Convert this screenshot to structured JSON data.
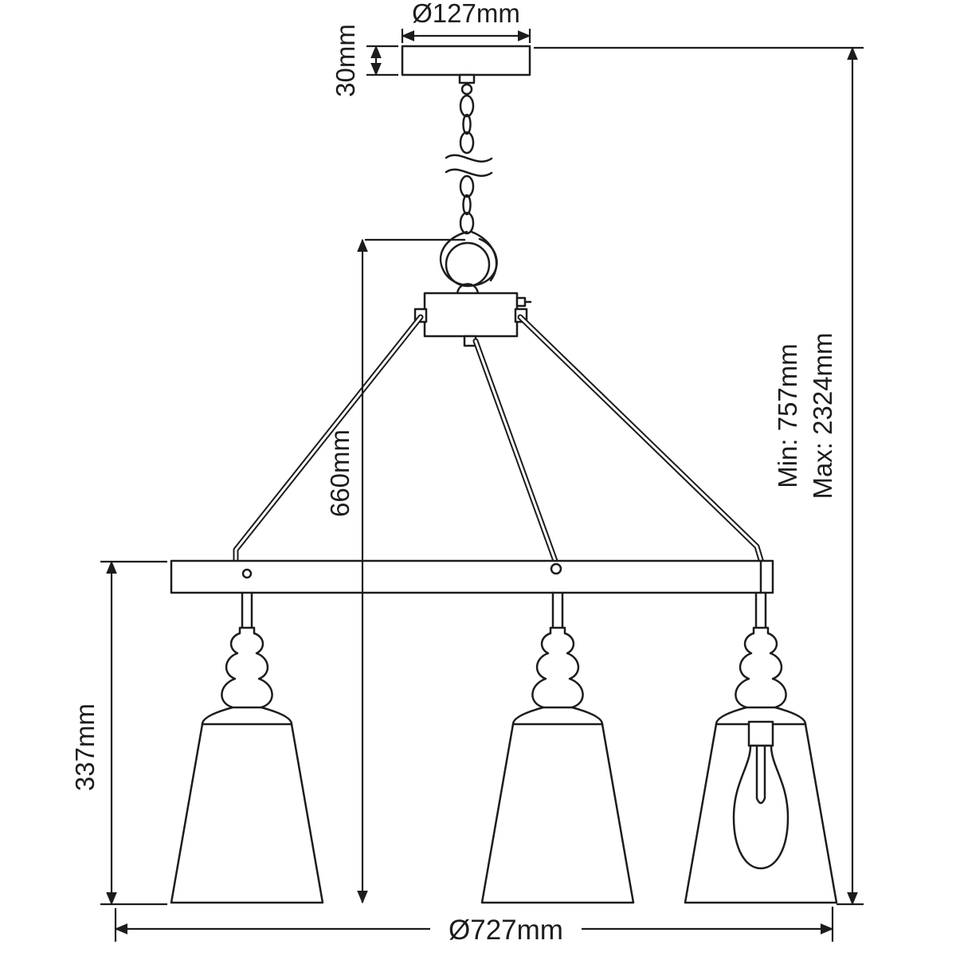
{
  "dimensions": {
    "canopy_diameter": "Ø127mm",
    "canopy_height": "30mm",
    "body_height": "660mm",
    "shade_height": "337mm",
    "min_drop": "Min: 757mm",
    "max_drop": "Max: 2324mm",
    "overall_diameter": "Ø727mm"
  },
  "colors": {
    "line": "#1c1c1c",
    "background": "#ffffff"
  }
}
